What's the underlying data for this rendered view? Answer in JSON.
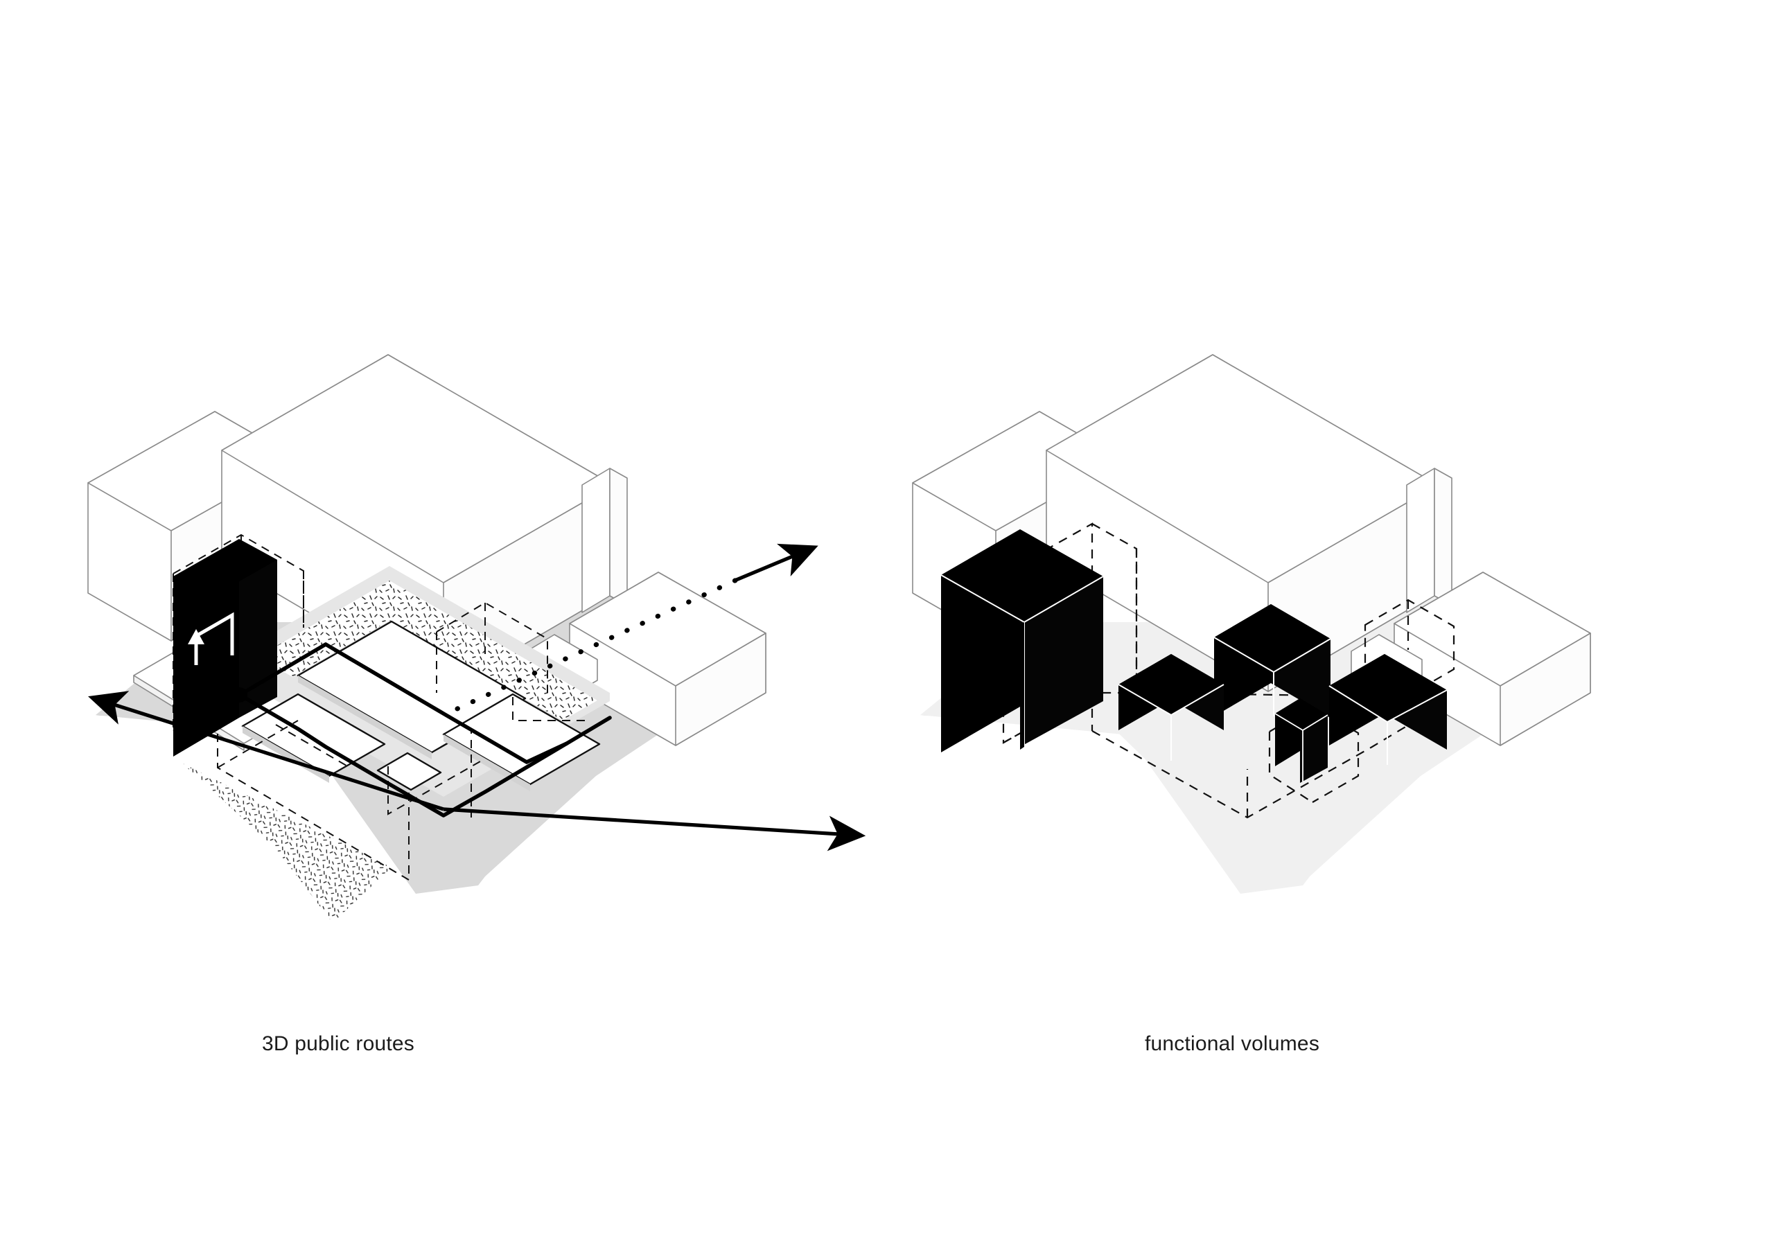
{
  "sheet": {
    "background_color": "#ffffff",
    "ink_color": "#111111",
    "outline_color": "#8a8a8a",
    "shadow_color_left": "#d9d9d9",
    "shadow_color_right": "#f0f0f0",
    "solid_fill_color": "#000000"
  },
  "panels": [
    {
      "id": "left",
      "caption": "3D public routes",
      "description": "Isometric massing diagram of a site showing public circulation routes through a courtyard, with a black vertical circulation slab, stippled paving bands, dashed footprint outlines and three directional route arrows.",
      "elements": {
        "ground_shadow": "site ground plane shadow",
        "stipple_wedge": "stippled triangular paving wedge",
        "black_slab": "black vertical circulation volume",
        "white_arrow": "vertical circulation arrow inside slab",
        "route_line": "thick black public route line",
        "route_origin_dot": "route start point marker",
        "dotted_route": "dotted elevated route",
        "arrow_west": "route arrow pointing west",
        "arrow_southeast": "route arrow pointing south-east",
        "arrow_northeast": "route arrow pointing north-east"
      }
    },
    {
      "id": "right",
      "caption": "functional volumes",
      "description": "Isometric massing diagram of the same site with the programme volumes rendered as solid black boxes of varying size inside a dashed envelope, with the surrounding buildings drawn as white wireframe masses.",
      "elements": {
        "ground_shadow": "site ground plane shadow",
        "dashed_envelope": "dashed building envelope",
        "volume_tower": "large black tower volume",
        "volume_block_a": "medium black block volume",
        "volume_block_b": "low wide black block volume",
        "volume_block_c": "black bar volume",
        "volume_cube": "small black cube volume"
      }
    }
  ]
}
